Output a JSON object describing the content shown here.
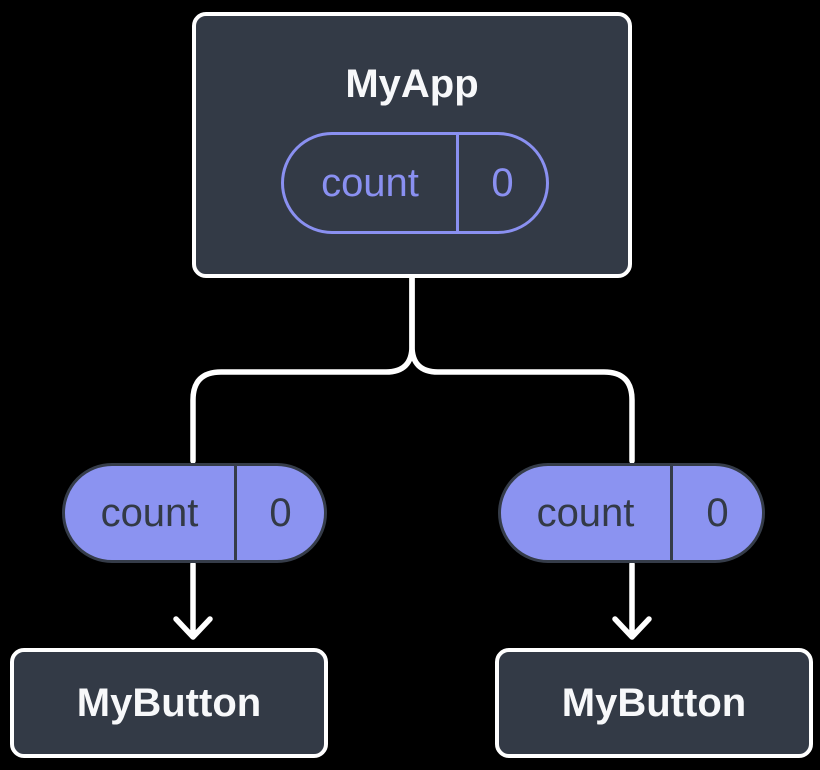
{
  "diagram_type": "component-tree-state-diagram",
  "colors": {
    "background": "#000000",
    "component_box_fill": "#333A46",
    "component_box_border": "#FFFFFF",
    "state_pill_outline": "#8A90F1",
    "state_pill_text": "#8A90F1",
    "prop_pill_fill": "#8B93F1",
    "prop_pill_border": "#353C49",
    "prop_pill_text": "#333A46",
    "connector_stroke": "#FFFFFF"
  },
  "tree": {
    "parent": {
      "label": "MyApp",
      "pill": {
        "name": "count",
        "value": "0"
      }
    },
    "branches": [
      {
        "pill": {
          "name": "count",
          "value": "0"
        },
        "child": {
          "label": "MyButton"
        }
      },
      {
        "pill": {
          "name": "count",
          "value": "0"
        },
        "child": {
          "label": "MyButton"
        }
      }
    ]
  }
}
